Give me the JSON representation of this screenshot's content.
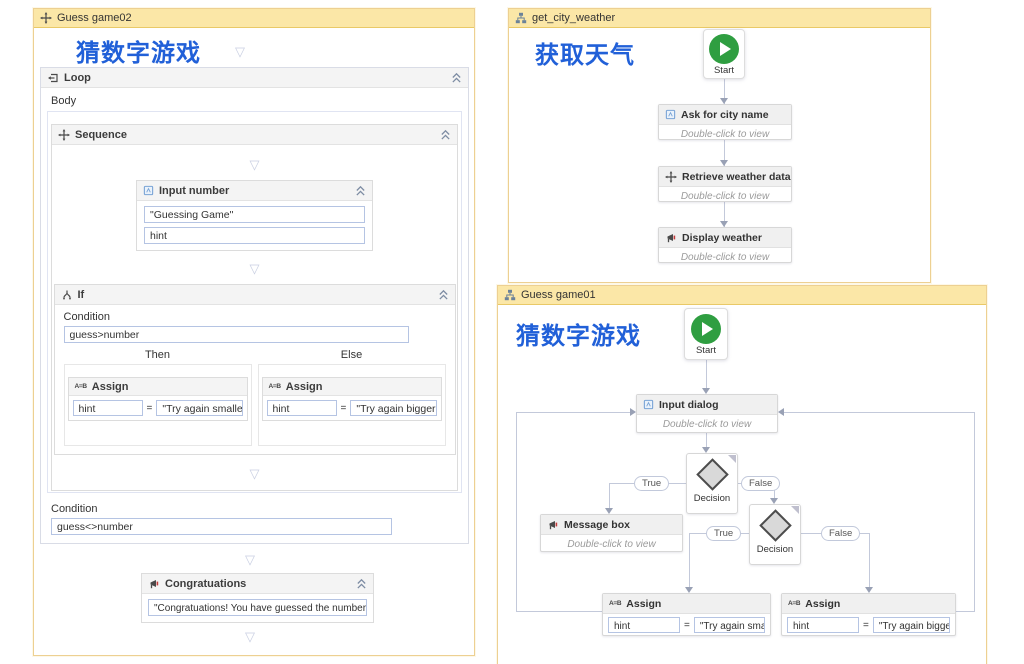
{
  "colors": {
    "panel_header_bg": "#fbe7a7",
    "panel_border": "#edd092",
    "caption_blue": "#2160d8",
    "start_green": "#2f9e41",
    "connector": "#c3c9da"
  },
  "icons": {
    "drop_glyph": "▽",
    "assign_glyph": "A=B"
  },
  "panels": {
    "game02": {
      "title": "Guess game02",
      "caption": "猜数字游戏",
      "loop": {
        "label": "Loop",
        "body_label": "Body",
        "condition_label": "Condition",
        "condition_value": "guess<>number",
        "sequence": {
          "label": "Sequence",
          "input_number": {
            "label": "Input number",
            "title_value": "\"Guessing Game\"",
            "result_value": "hint"
          },
          "if": {
            "label": "If",
            "condition_label": "Condition",
            "condition_value": "guess>number",
            "then_label": "Then",
            "else_label": "Else",
            "then_assign": {
              "label": "Assign",
              "to": "hint",
              "eq": "=",
              "value": "\"Try again smaller!"
            },
            "else_assign": {
              "label": "Assign",
              "to": "hint",
              "eq": "=",
              "value": "\"Try again bigger!\""
            }
          }
        }
      },
      "congrats": {
        "label": "Congratuations",
        "message": "\"Congratuations! You have guessed the number \" + nu"
      }
    },
    "weather": {
      "title": "get_city_weather",
      "caption": "获取天气",
      "start_label": "Start",
      "nodes": [
        {
          "label": "Ask for city name",
          "sub": "Double-click to view"
        },
        {
          "label": "Retrieve weather data",
          "sub": "Double-click to view"
        },
        {
          "label": "Display weather",
          "sub": "Double-click to view"
        }
      ]
    },
    "game01": {
      "title": "Guess game01",
      "caption": "猜数字游戏",
      "start_label": "Start",
      "input_dialog": {
        "label": "Input dialog",
        "sub": "Double-click to view"
      },
      "decision1": {
        "label": "Decision",
        "true_label": "True",
        "false_label": "False"
      },
      "decision2": {
        "label": "Decision",
        "true_label": "True",
        "false_label": "False"
      },
      "message_box": {
        "label": "Message box",
        "sub": "Double-click to view"
      },
      "assign_left": {
        "label": "Assign",
        "to": "hint",
        "eq": "=",
        "value": "\"Try again smaller!"
      },
      "assign_right": {
        "label": "Assign",
        "to": "hint",
        "eq": "=",
        "value": "\"Try again bigger!\""
      }
    }
  }
}
